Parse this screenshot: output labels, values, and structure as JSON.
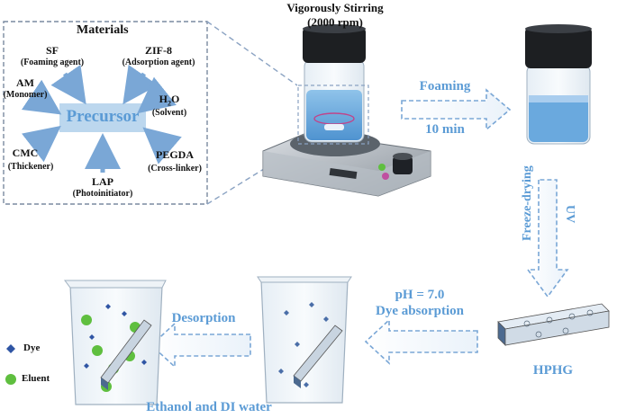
{
  "materials": {
    "title": "Materials",
    "center": "Precursor",
    "sf": "SF",
    "sf_role": "(Foaming agent)",
    "zif": "ZIF-8",
    "zif_role": "(Adsorption agent)",
    "am": "AM",
    "am_role": "(Monomer)",
    "h2o_h": "H",
    "h2o_sub": "2",
    "h2o_o": "O",
    "h2o_role": "(Solvent)",
    "cmc": "CMC",
    "cmc_role": "(Thickener)",
    "pegda": "PEGDA",
    "pegda_role": "(Cross-linker)",
    "lap": "LAP",
    "lap_role": "(Photoinitiator)"
  },
  "stirring": {
    "line1": "Vigorously Stirring",
    "line2": "(2000 rpm)"
  },
  "foaming": {
    "label": "Foaming",
    "time": "10 min"
  },
  "vertical": {
    "left": "Freeze-drying",
    "right": "UV"
  },
  "product": "HPHG",
  "absorption": {
    "line1": "pH = 7.0",
    "line2": "Dye absorption"
  },
  "desorption": "Desorption",
  "wash": "Ethanol and DI water",
  "legend": {
    "dye": "Dye",
    "eluent": "Eluent"
  },
  "colors": {
    "accent": "#5b9bd5",
    "precursor_box": "#bcd7ee",
    "dye": "#2f55a4",
    "eluent": "#5fbf3f"
  }
}
